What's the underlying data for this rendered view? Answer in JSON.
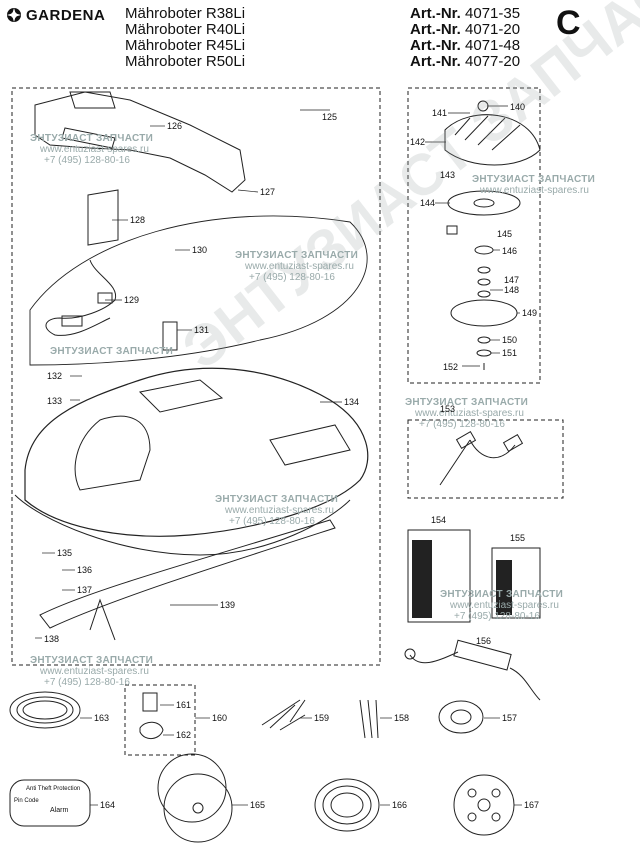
{
  "header": {
    "brand": "GARDENA",
    "models": [
      "Mähroboter R38Li",
      "Mähroboter R40Li",
      "Mähroboter R45Li",
      "Mähroboter R50Li"
    ],
    "articles": [
      {
        "prefix": "Art.-Nr.",
        "num": "4071-35"
      },
      {
        "prefix": "Art.-Nr.",
        "num": "4071-20"
      },
      {
        "prefix": "Art.-Nr.",
        "num": "4071-48"
      },
      {
        "prefix": "Art.-Nr.",
        "num": "4077-20"
      }
    ],
    "section": "C"
  },
  "watermark": {
    "title": "ЭНТУЗИАСТ ЗАПЧАСТИ",
    "url": "www.entuziast-spares.ru",
    "phone": "+7 (495) 128-80-16",
    "big": "ЭНТУЗИАСТ ЗАПЧАСТИ®"
  },
  "labels": {
    "p125": "125",
    "p126": "126",
    "p127": "127",
    "p128": "128",
    "p129": "129",
    "p130": "130",
    "p131": "131",
    "p132": "132",
    "p133": "133",
    "p134": "134",
    "p135": "135",
    "p136": "136",
    "p137": "137",
    "p138": "138",
    "p139": "139",
    "p140": "140",
    "p141": "141",
    "p142": "142",
    "p143": "143",
    "p144": "144",
    "p145": "145",
    "p146": "146",
    "p147": "147",
    "p148": "148",
    "p149": "149",
    "p150": "150",
    "p151": "151",
    "p152": "152",
    "p153": "153",
    "p154": "154",
    "p155": "155",
    "p156": "156",
    "p157": "157",
    "p158": "158",
    "p159": "159",
    "p160": "160",
    "p161": "161",
    "p162": "162",
    "p163": "163",
    "p164": "164",
    "p165": "165",
    "p166": "166",
    "p167": "167"
  },
  "sticker164": {
    "line1": "Anti Theft Protection",
    "line2": "Alarm",
    "line3": "Pin Code"
  }
}
